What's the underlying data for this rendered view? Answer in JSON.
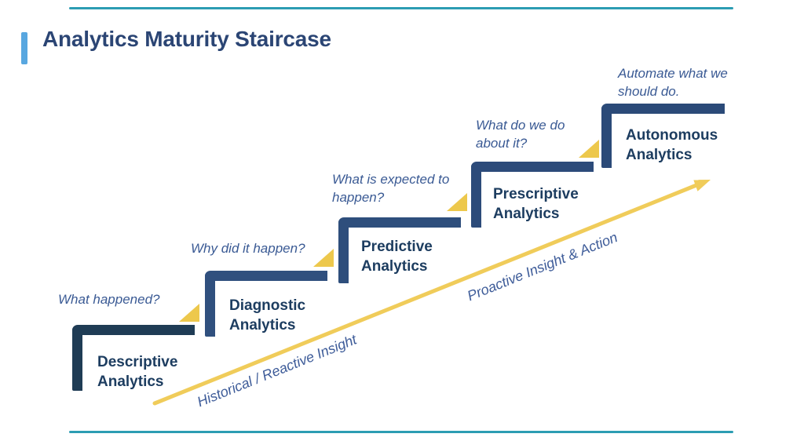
{
  "title": {
    "text": "Analytics Maturity Staircase"
  },
  "steps": [
    {
      "label": "Descriptive Analytics",
      "question": "What happened?",
      "color": "#1F3C55"
    },
    {
      "label": "Diagnostic Analytics",
      "question": "Why did it happen?",
      "color": "#30507E"
    },
    {
      "label": "Predictive Analytics",
      "question": "What is expected to happen?",
      "color": "#2E4E7C"
    },
    {
      "label": "Prescriptive Analytics",
      "question": "What do we do about it?",
      "color": "#2C4B7A"
    },
    {
      "label": "Autonomous Analytics",
      "question": "Automate what we should do.",
      "color": "#2B4A78"
    }
  ],
  "arrow": {
    "label_lower": "Historical / Reactive Insight",
    "label_upper": "Proactive Insight & Action"
  },
  "colors": {
    "title_navy": "#2B4574",
    "accent_blue": "#58A7E0",
    "label_navy": "#1D3D60",
    "question_blue": "#3A5A94",
    "diag_label_blue": "#3E5C99",
    "triangle_yellow": "#EDC84C",
    "arrow_yellow": "#F0CC5A",
    "teal_line": "#2C9DB3"
  }
}
